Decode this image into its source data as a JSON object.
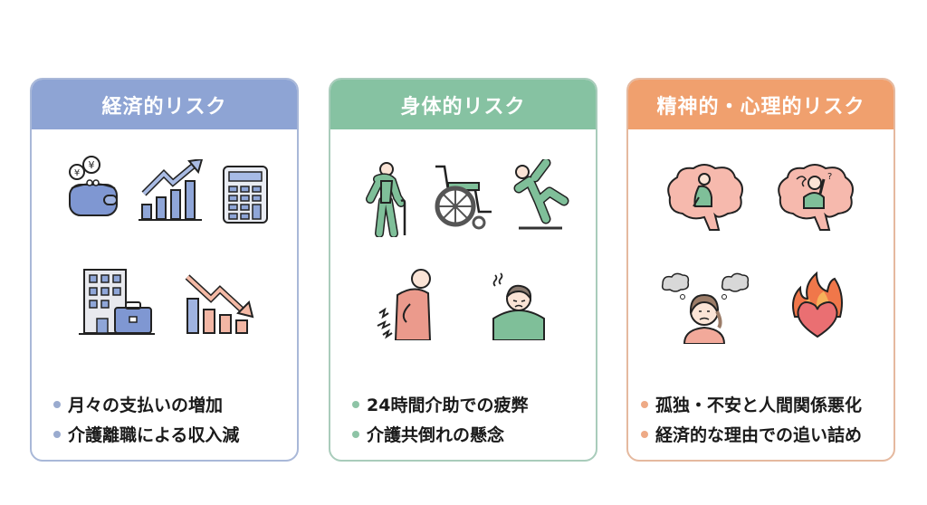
{
  "cards": [
    {
      "title": "経済的リスク",
      "accent": "#8ea4d4",
      "icons": [
        "wallet-yen-icon",
        "chart-up-icon",
        "calculator-icon",
        "office-building-briefcase-icon",
        "chart-down-icon"
      ],
      "bullets": [
        "月々の支払いの増加",
        "介護離職による収入減"
      ]
    },
    {
      "title": "身体的リスク",
      "accent": "#86c2a2",
      "icons": [
        "elderly-cane-icon",
        "wheelchair-icon",
        "falling-person-icon",
        "back-pain-icon",
        "exhausted-person-icon"
      ],
      "bullets": [
        "24時間介助での疲弊",
        "介護共倒れの懸念"
      ]
    },
    {
      "title": "精神的・心理的リスク",
      "accent": "#f0a06e",
      "icons": [
        "brain-isolation-icon",
        "brain-confusion-icon",
        "worried-woman-icon",
        "burning-heart-icon"
      ],
      "bullets": [
        "孤独・不安と人間関係悪化",
        "経済的な理由での追い詰め"
      ]
    }
  ]
}
